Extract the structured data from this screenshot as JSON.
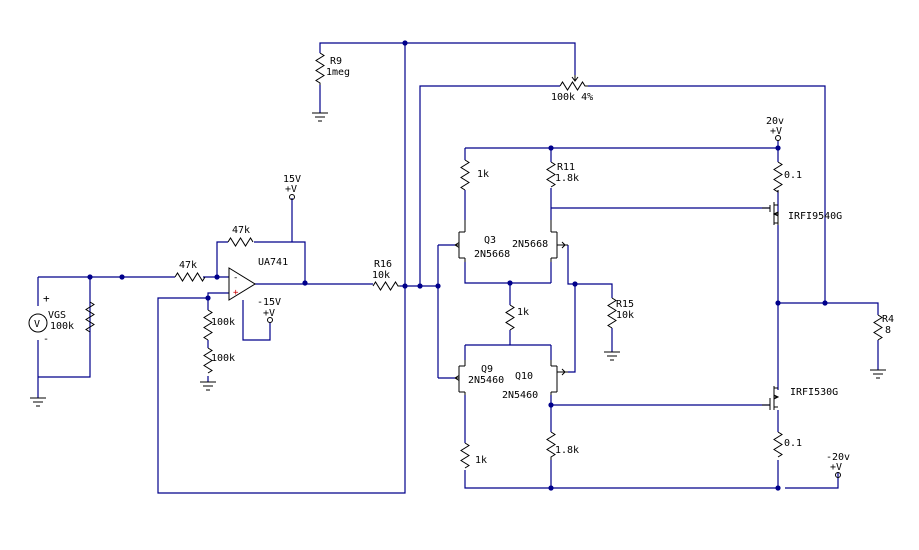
{
  "components": {
    "vgs": {
      "name": "VGS",
      "value": "100k",
      "glyph": "V"
    },
    "r9": {
      "name": "R9",
      "value": "1meg"
    },
    "pot": {
      "label": "100k 4%"
    },
    "r_in_47k": {
      "value": "47k"
    },
    "r_fb_47k": {
      "value": "47k"
    },
    "r_div_top": {
      "value": "100k"
    },
    "r_div_bot": {
      "value": "100k"
    },
    "opamp": {
      "name": "UA741"
    },
    "v15_pos": {
      "label": "15V",
      "sub": "+V"
    },
    "v15_neg": {
      "label": "-15V",
      "sub": "+V"
    },
    "r16": {
      "name": "R16",
      "value": "10k"
    },
    "q3": {
      "name": "Q3",
      "part": "2N5668"
    },
    "q4": {
      "part": "2N5668"
    },
    "q9": {
      "name": "Q9",
      "part": "2N5460"
    },
    "q10": {
      "name": "Q10",
      "part": "2N5460"
    },
    "r_q3_1k": {
      "value": "1k"
    },
    "r11": {
      "name": "R11",
      "value": "1.8k"
    },
    "r_mid_1k": {
      "value": "1k"
    },
    "r15": {
      "name": "R15",
      "value": "10k"
    },
    "r_q9_1k": {
      "value": "1k"
    },
    "r_bot_18k": {
      "value": "1.8k"
    },
    "v20_pos": {
      "label": "20v",
      "sub": "+V"
    },
    "v20_neg": {
      "label": "-20v",
      "sub": "+V"
    },
    "r_top_01": {
      "value": "0.1"
    },
    "r_bot_01": {
      "value": "0.1"
    },
    "m_top": {
      "part": "IRFI9540G"
    },
    "m_bot": {
      "part": "IRFI530G"
    },
    "r4": {
      "name": "R4",
      "value": "8"
    }
  },
  "colors": {
    "wire": "#00008b",
    "component": "#000000",
    "pin_plus": "#cc0000"
  }
}
